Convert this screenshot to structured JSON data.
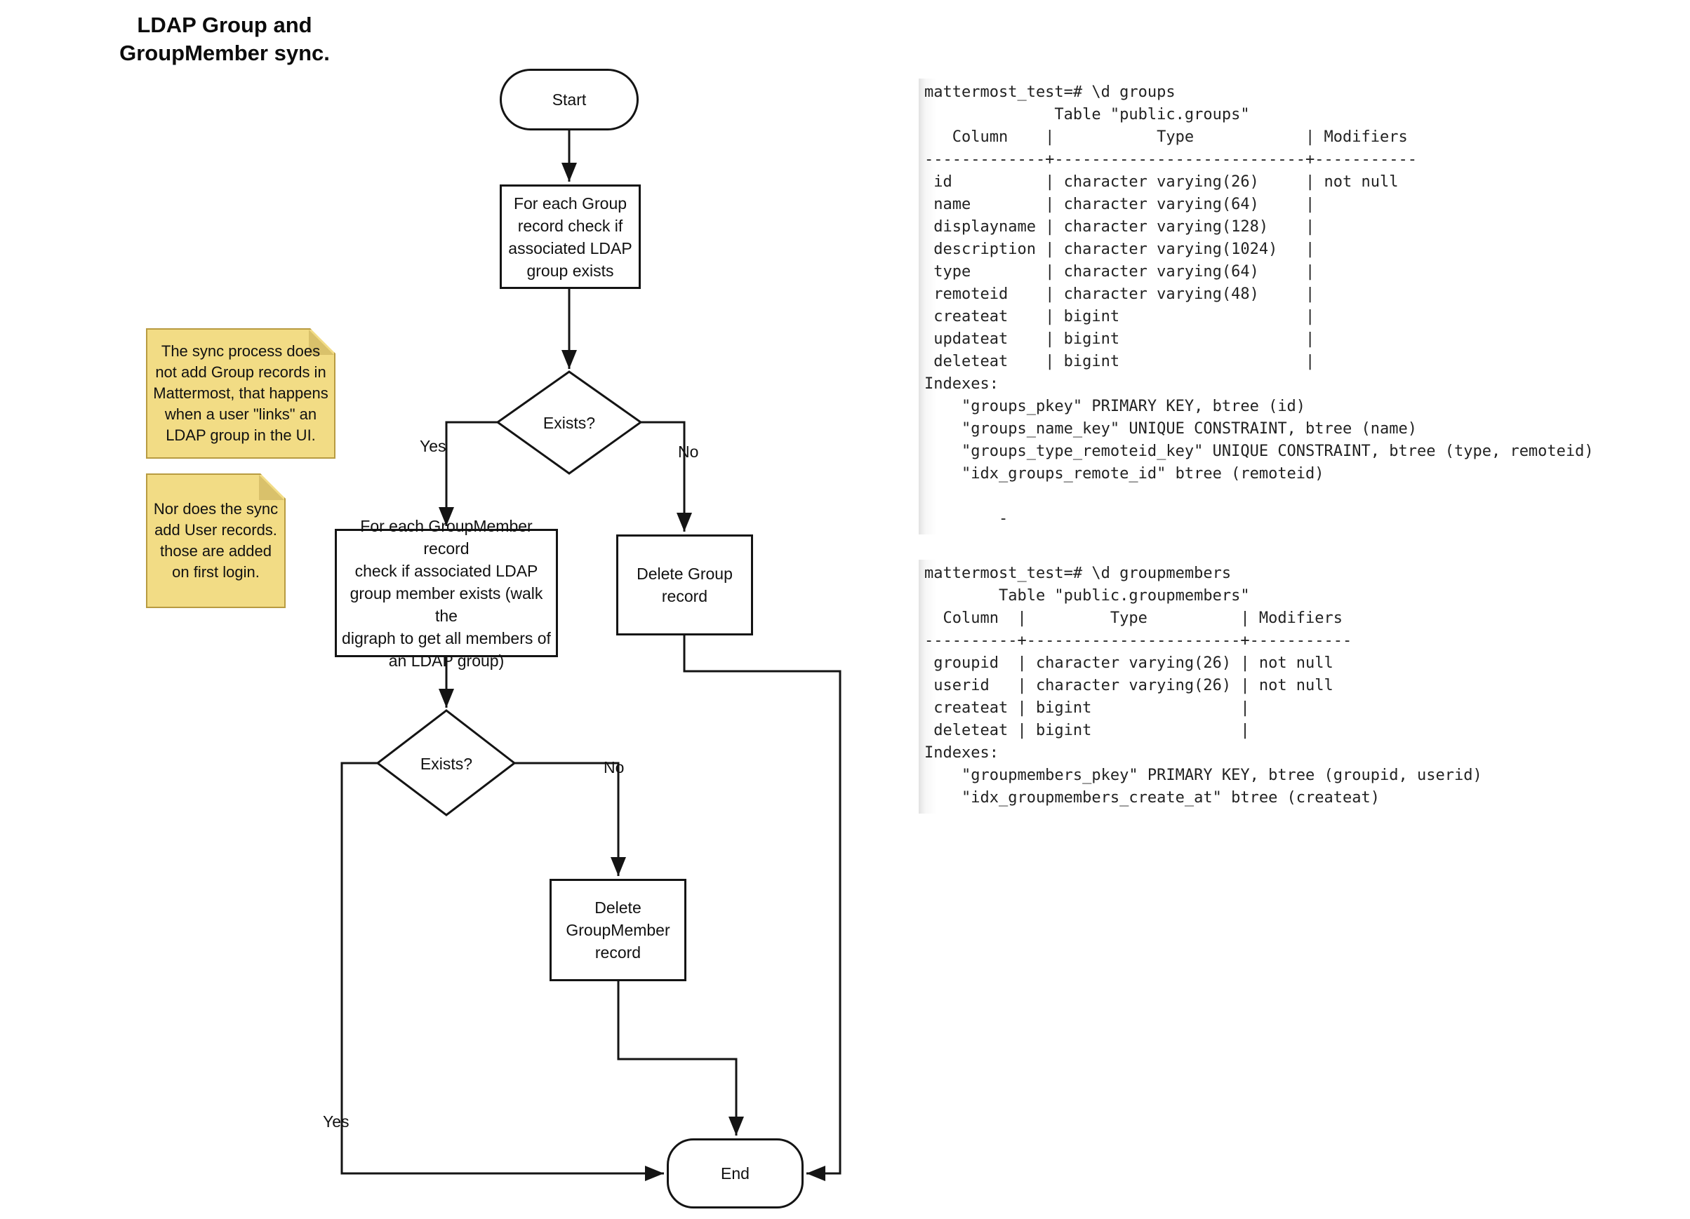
{
  "title_lines": [
    "LDAP Group and",
    "GroupMember sync."
  ],
  "flowchart": {
    "start_label": "Start",
    "check_group_lines": [
      "For each Group",
      "record check if",
      "associated LDAP",
      "group exists"
    ],
    "exists1_label": "Exists?",
    "branch1_yes": "Yes",
    "branch1_no": "No",
    "check_groupmember_lines": [
      "For each GroupMember record",
      "check if associated LDAP",
      "group member exists (walk the",
      "digraph to get all members of",
      "an LDAP group)"
    ],
    "delete_group_lines": [
      "Delete Group",
      "record"
    ],
    "exists2_label": "Exists?",
    "branch2_yes": "Yes",
    "branch2_no": "No",
    "delete_groupmember_lines": [
      "Delete",
      "GroupMember",
      "record"
    ],
    "end_label": "End"
  },
  "notes": {
    "note1_lines": [
      "The sync process does",
      "not add Group records in",
      "Mattermost, that happens",
      "when a user \"links\" an",
      "LDAP group in the UI."
    ],
    "note2_lines": [
      "Nor does the sync",
      "add User records.",
      "those are added",
      "on first login."
    ]
  },
  "terminals": {
    "groups_lines": [
      "mattermost_test=# \\d groups",
      "              Table \"public.groups\"",
      "   Column    |           Type            | Modifiers",
      "-------------+---------------------------+-----------",
      " id          | character varying(26)     | not null",
      " name        | character varying(64)     |",
      " displayname | character varying(128)    |",
      " description | character varying(1024)   |",
      " type        | character varying(64)     |",
      " remoteid    | character varying(48)     |",
      " createat    | bigint                    |",
      " updateat    | bigint                    |",
      " deleteat    | bigint                    |",
      "Indexes:",
      "    \"groups_pkey\" PRIMARY KEY, btree (id)",
      "    \"groups_name_key\" UNIQUE CONSTRAINT, btree (name)",
      "    \"groups_type_remoteid_key\" UNIQUE CONSTRAINT, btree (type, remoteid)",
      "    \"idx_groups_remote_id\" btree (remoteid)",
      "",
      "        -"
    ],
    "groupmembers_lines": [
      "mattermost_test=# \\d groupmembers",
      "        Table \"public.groupmembers\"",
      "  Column  |         Type          | Modifiers",
      "----------+-----------------------+-----------",
      " groupid  | character varying(26) | not null",
      " userid   | character varying(26) | not null",
      " createat | bigint                |",
      " deleteat | bigint                |",
      "Indexes:",
      "    \"groupmembers_pkey\" PRIMARY KEY, btree (groupid, userid)",
      "    \"idx_groupmembers_create_at\" btree (createat)"
    ]
  },
  "colors": {
    "line": "#141414",
    "note_fill": "#f2dc85",
    "note_fold": "#d9c16b",
    "note_border": "#b89b41",
    "terminal_text": "#222222"
  }
}
